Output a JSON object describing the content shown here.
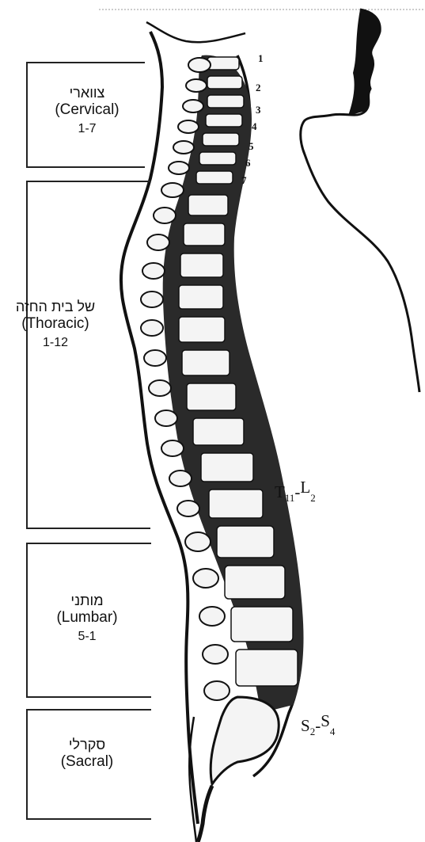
{
  "regions": [
    {
      "hebrew": "צווארי",
      "english": "(Cervical)",
      "range": "1-7"
    },
    {
      "hebrew": "של בית החזה",
      "english": "(Thoracic)",
      "range": "1-12"
    },
    {
      "hebrew": "מותני",
      "english": "(Lumbar)",
      "range": "5-1"
    },
    {
      "hebrew": "סקרלי",
      "english": "(Sacral)",
      "range": ""
    }
  ],
  "cervical_numbers": [
    "1",
    "2",
    "3",
    "4",
    "5",
    "6",
    "7"
  ],
  "markers": {
    "t11_l2": {
      "t": "T",
      "t_sub": "11",
      "dash": "-",
      "l": "L",
      "l_sub": "2"
    },
    "s2_s4": {
      "s1": "S",
      "s1_sub": "2",
      "dash": "-",
      "s2": "S",
      "s2_sub": "4"
    }
  }
}
